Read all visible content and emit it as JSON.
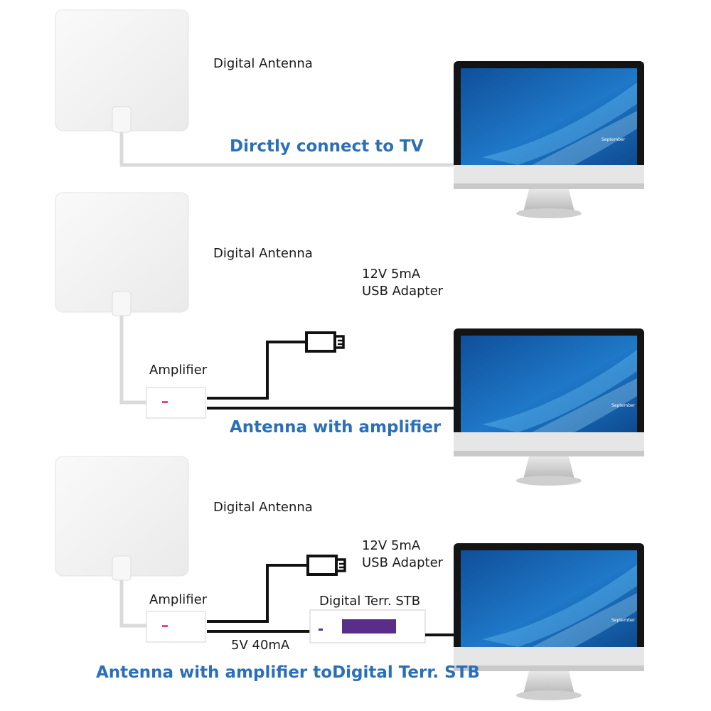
{
  "colors": {
    "caption": "#2a6fb8",
    "panel": "#f2f2f2",
    "cable": "#111111",
    "thin_cable": "#d8d8d8",
    "screen": "#1f6fb8",
    "stb_display": "#5a2d8a"
  },
  "sections": [
    {
      "antenna_label": "Digital Antenna",
      "caption": "Dirctly connect to TV",
      "tv_calendar": "September"
    },
    {
      "antenna_label": "Digital Antenna",
      "adapter_line1": "12V 5mA",
      "adapter_line2": "USB Adapter",
      "amplifier_label": "Amplifier",
      "caption": "Antenna with amplifier",
      "tv_calendar": "September"
    },
    {
      "antenna_label": "Digital Antenna",
      "adapter_line1": "12V 5mA",
      "adapter_line2": "USB Adapter",
      "amplifier_label": "Amplifier",
      "stb_label": "Digital Terr. STB",
      "power_label": "5V 40mA",
      "caption": "Antenna with amplifier toDigital Terr. STB",
      "tv_calendar": "September"
    }
  ]
}
